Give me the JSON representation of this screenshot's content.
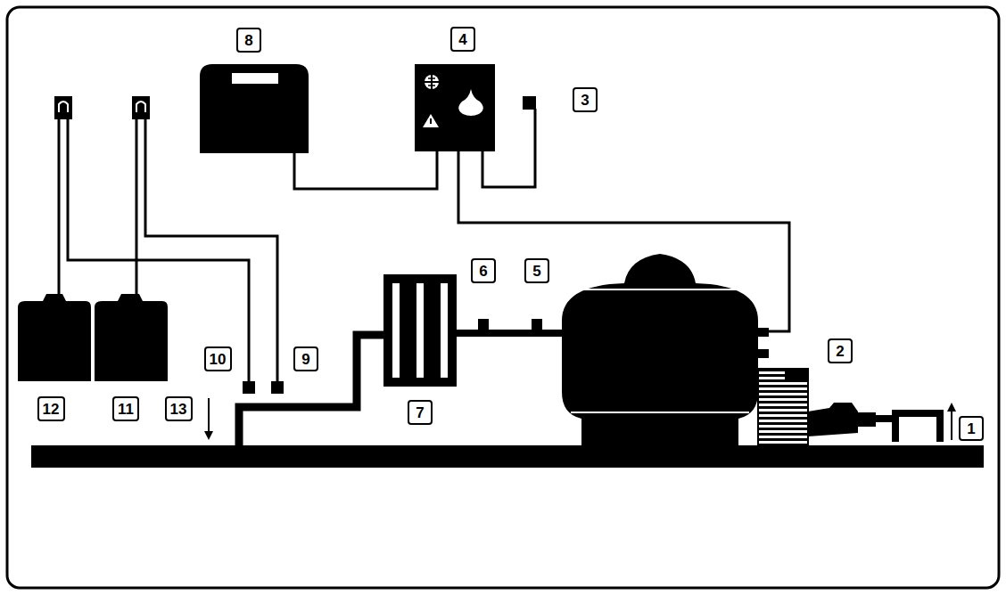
{
  "diagram": {
    "nodes": [
      {
        "text": [
          "8"
        ]
      },
      {
        "text": [
          "4"
        ]
      },
      {
        "text": [
          "3"
        ]
      },
      {
        "text": [
          "6"
        ]
      },
      {
        "text": [
          "5"
        ]
      },
      {
        "text": [
          "10"
        ]
      },
      {
        "text": [
          "9"
        ]
      },
      {
        "text": [
          "2"
        ]
      },
      {
        "text": [
          "12"
        ]
      },
      {
        "text": [
          "11"
        ]
      },
      {
        "text": [
          "13"
        ]
      },
      {
        "text": [
          "7"
        ]
      },
      {
        "text": [
          "1"
        ]
      }
    ]
  }
}
